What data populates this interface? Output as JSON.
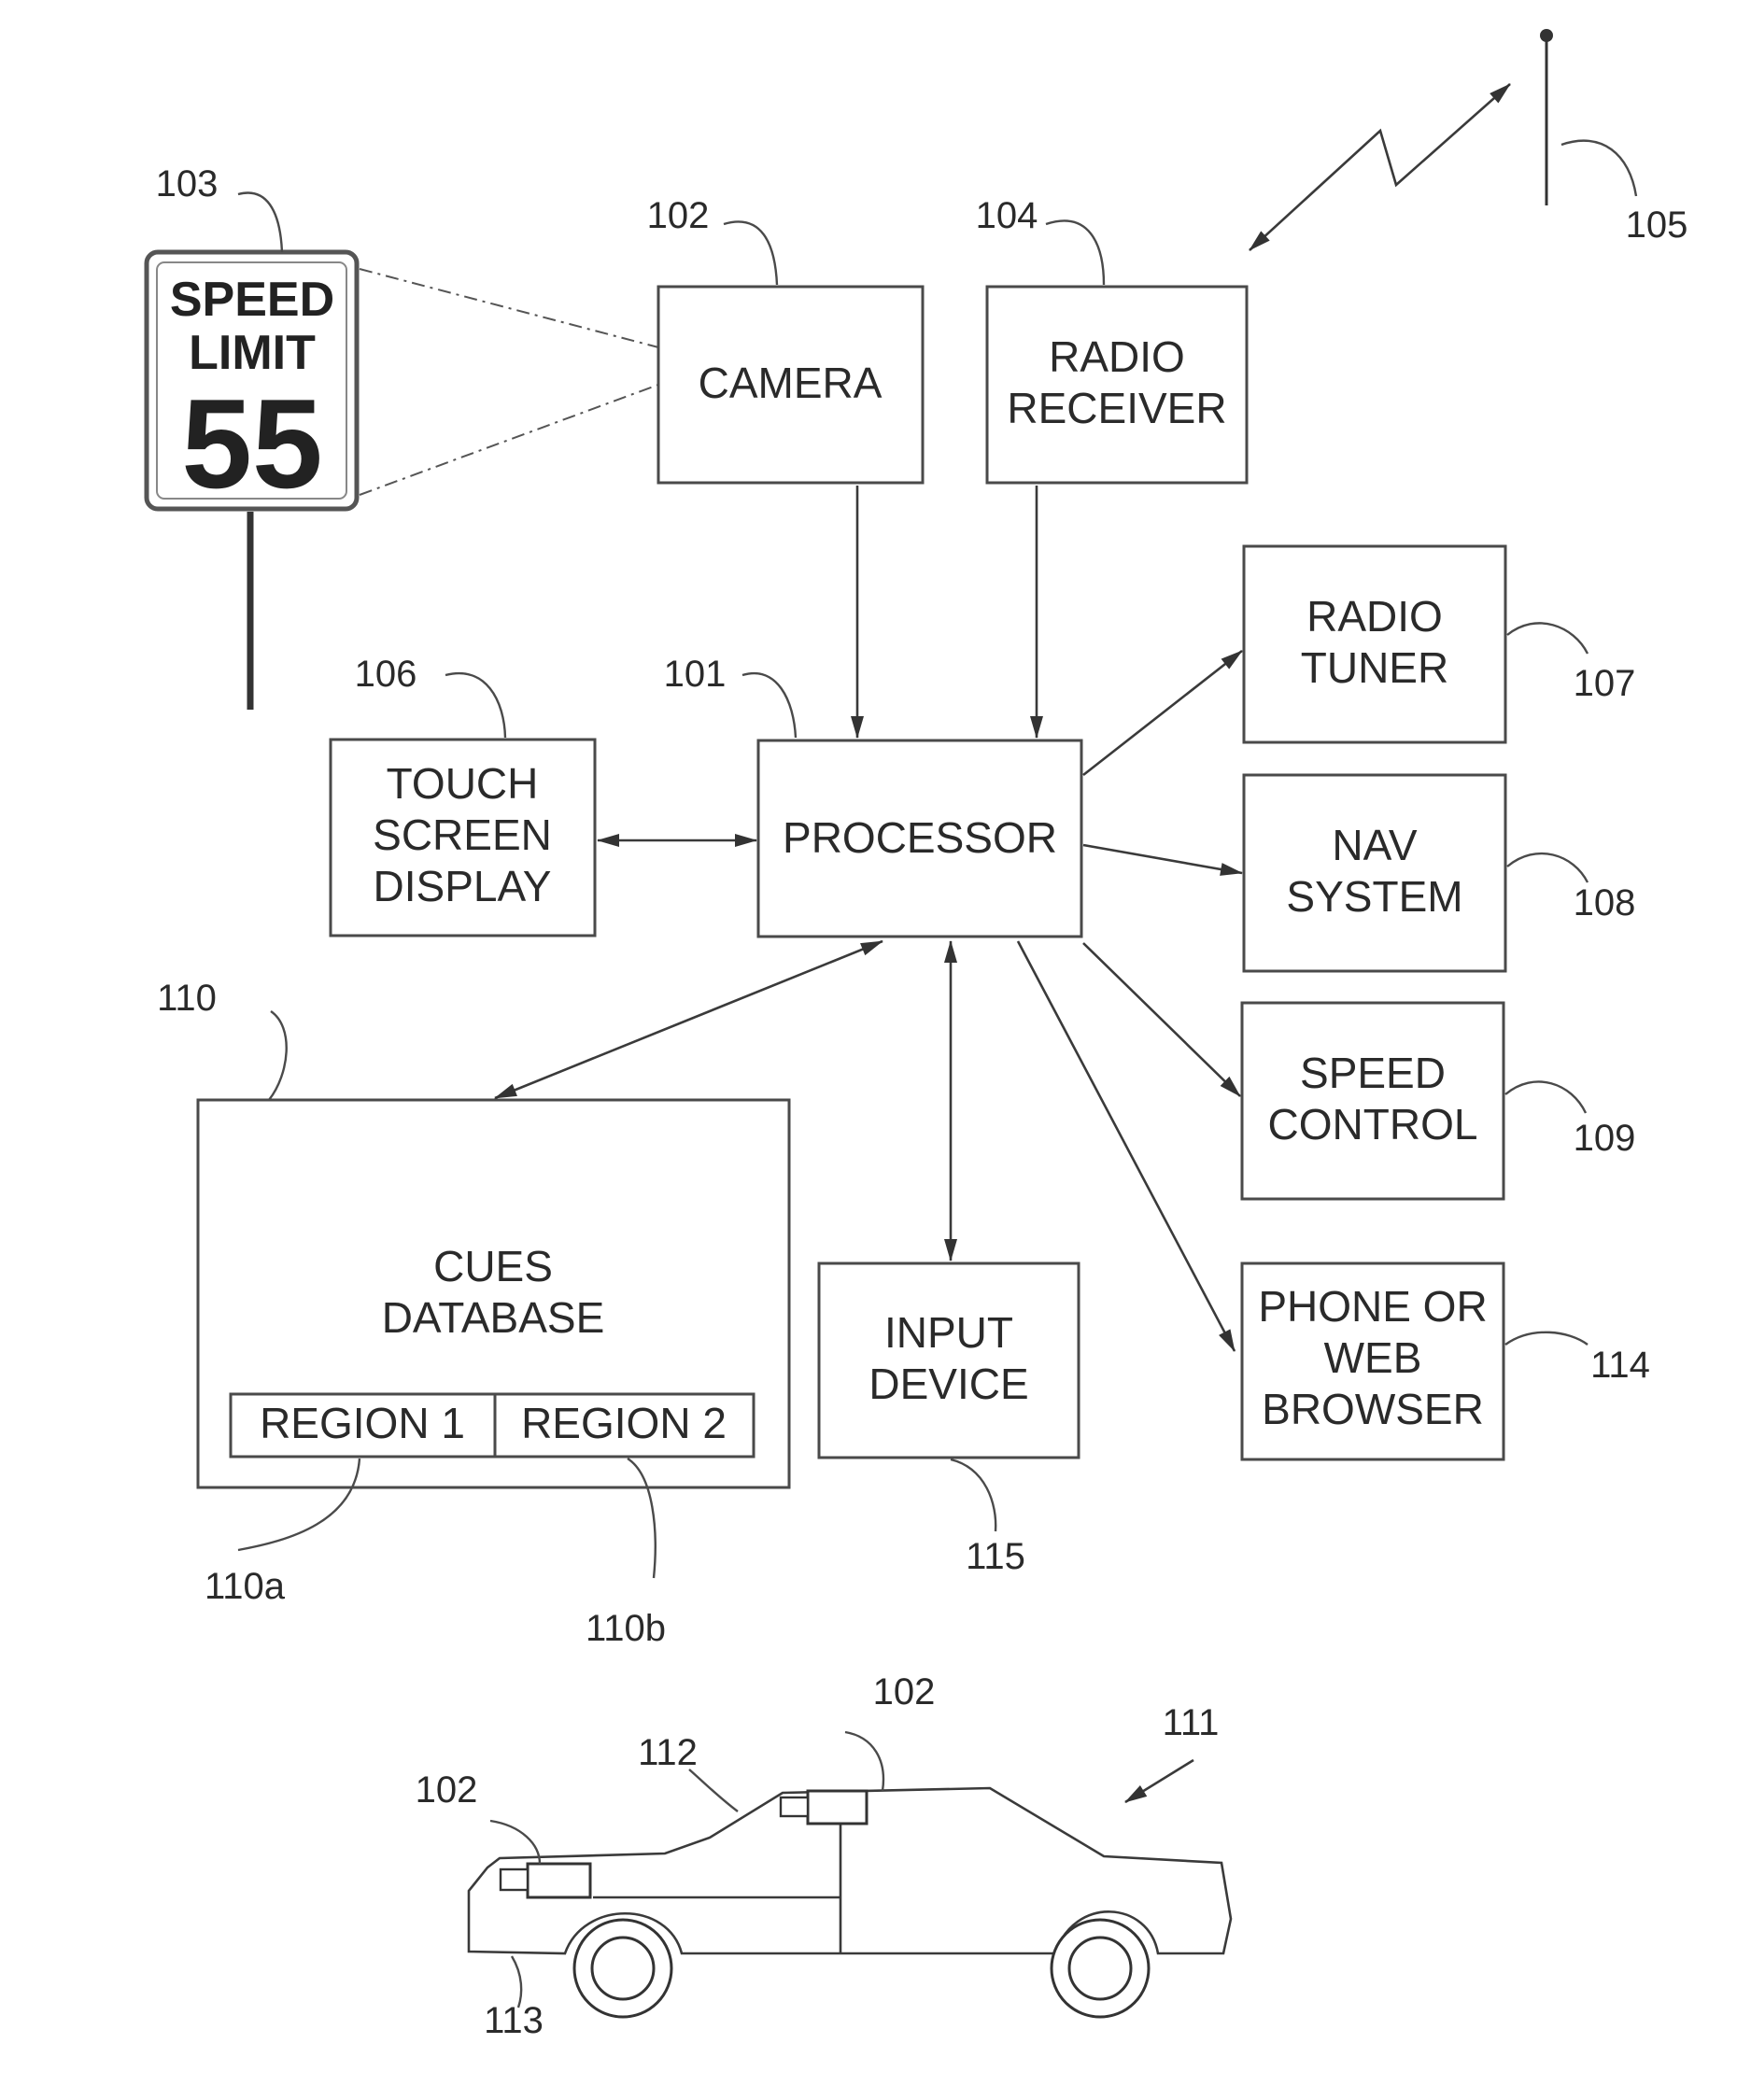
{
  "sign": {
    "line1": "SPEED",
    "line2": "LIMIT",
    "value": "55"
  },
  "blocks": {
    "camera": [
      "CAMERA"
    ],
    "radio_receiver": [
      "RADIO",
      "RECEIVER"
    ],
    "radio_tuner": [
      "RADIO",
      "TUNER"
    ],
    "touch_screen": [
      "TOUCH",
      "SCREEN",
      "DISPLAY"
    ],
    "processor": [
      "PROCESSOR"
    ],
    "nav_system": [
      "NAV",
      "SYSTEM"
    ],
    "speed_control": [
      "SPEED",
      "CONTROL"
    ],
    "cues_database": [
      "CUES",
      "DATABASE"
    ],
    "region1": [
      "REGION 1"
    ],
    "region2": [
      "REGION 2"
    ],
    "input_device": [
      "INPUT",
      "DEVICE"
    ],
    "phone_browser": [
      "PHONE OR",
      "WEB",
      "BROWSER"
    ]
  },
  "refs": {
    "r101": "101",
    "r102": "102",
    "r103": "103",
    "r104": "104",
    "r105": "105",
    "r106": "106",
    "r107": "107",
    "r108": "108",
    "r109": "109",
    "r110": "110",
    "r110a": "110a",
    "r110b": "110b",
    "r111": "111",
    "r112": "112",
    "r113": "113",
    "r114": "114",
    "r115": "115",
    "r102_rear": "102",
    "r102_front": "102"
  },
  "colors": {
    "ink": "#3a3a3a",
    "background": "#ffffff"
  }
}
